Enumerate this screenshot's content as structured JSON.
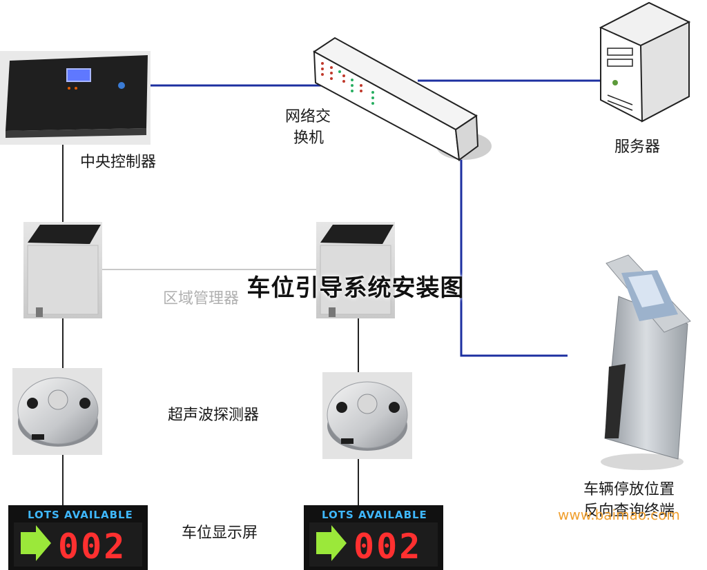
{
  "labels": {
    "central_controller": "中央控制器",
    "network_switch_line1": "网络交",
    "network_switch_line2": "换机",
    "server": "服务器",
    "zone_manager": "区域管理器",
    "ultrasonic_detector": "超声波探测器",
    "space_display": "车位显示屏",
    "kiosk_line1": "车辆停放位置",
    "kiosk_line2": "反向查询终端"
  },
  "overlay_title": "车位引导系统安装图",
  "watermark": "www.baimao.com",
  "signs": [
    {
      "header": "LOTS AVAILABLE",
      "count": "002"
    },
    {
      "header": "LOTS AVAILABLE",
      "count": "002"
    }
  ],
  "colors": {
    "network_line": "#1c2fa0",
    "bus_line": "#222222",
    "zone_link": "#c8c8c8",
    "sign_header": "#3fb8ff",
    "sign_count": "#ff3030",
    "sign_arrow": "#9be83a"
  }
}
